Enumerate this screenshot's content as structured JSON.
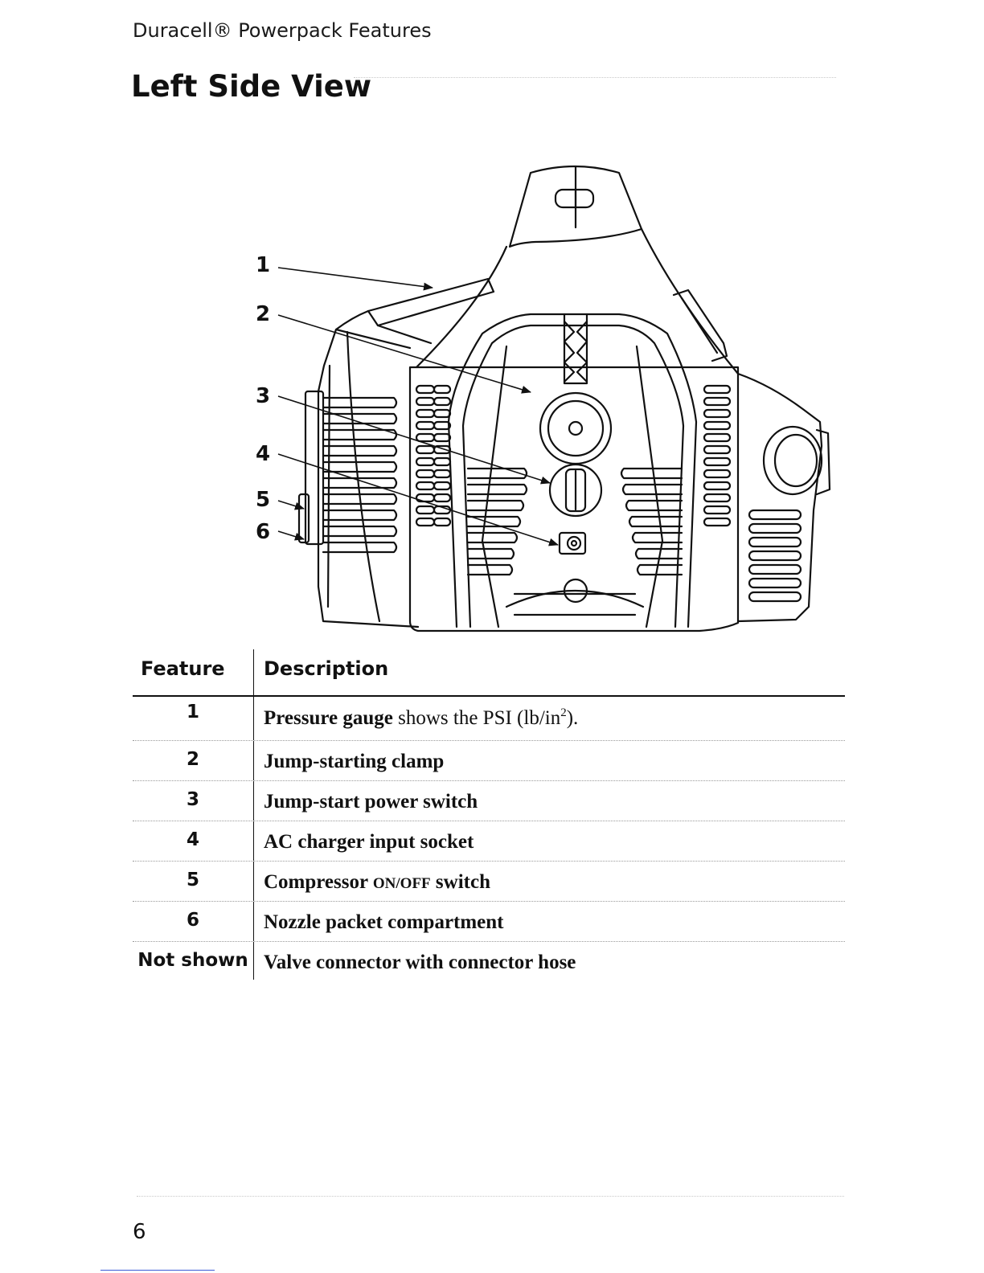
{
  "header": {
    "running_title": "Duracell® Powerpack Features",
    "section_title": "Left Side View"
  },
  "figure": {
    "callouts": [
      "1",
      "2",
      "3",
      "4",
      "5",
      "6"
    ]
  },
  "table": {
    "headers": {
      "feature": "Feature",
      "description": "Description"
    },
    "rows": [
      {
        "feature": "1",
        "desc_bold": "Pressure gauge",
        "desc_normal": " shows the PSI (lb/in",
        "desc_sup": "2",
        "desc_tail": ")."
      },
      {
        "feature": "2",
        "desc_bold": "Jump-starting clamp"
      },
      {
        "feature": "3",
        "desc_bold": "Jump-start power switch"
      },
      {
        "feature": "4",
        "desc_bold": "AC charger input socket"
      },
      {
        "feature": "5",
        "desc_bold": "Compressor ",
        "desc_smallcaps": "ON/OFF",
        "desc_bold_tail": " switch"
      },
      {
        "feature": "6",
        "desc_bold": "Nozzle packet compartment"
      },
      {
        "feature": "Not shown",
        "desc_bold": "Valve connector with connector hose"
      }
    ]
  },
  "footer": {
    "page_number": "6"
  }
}
